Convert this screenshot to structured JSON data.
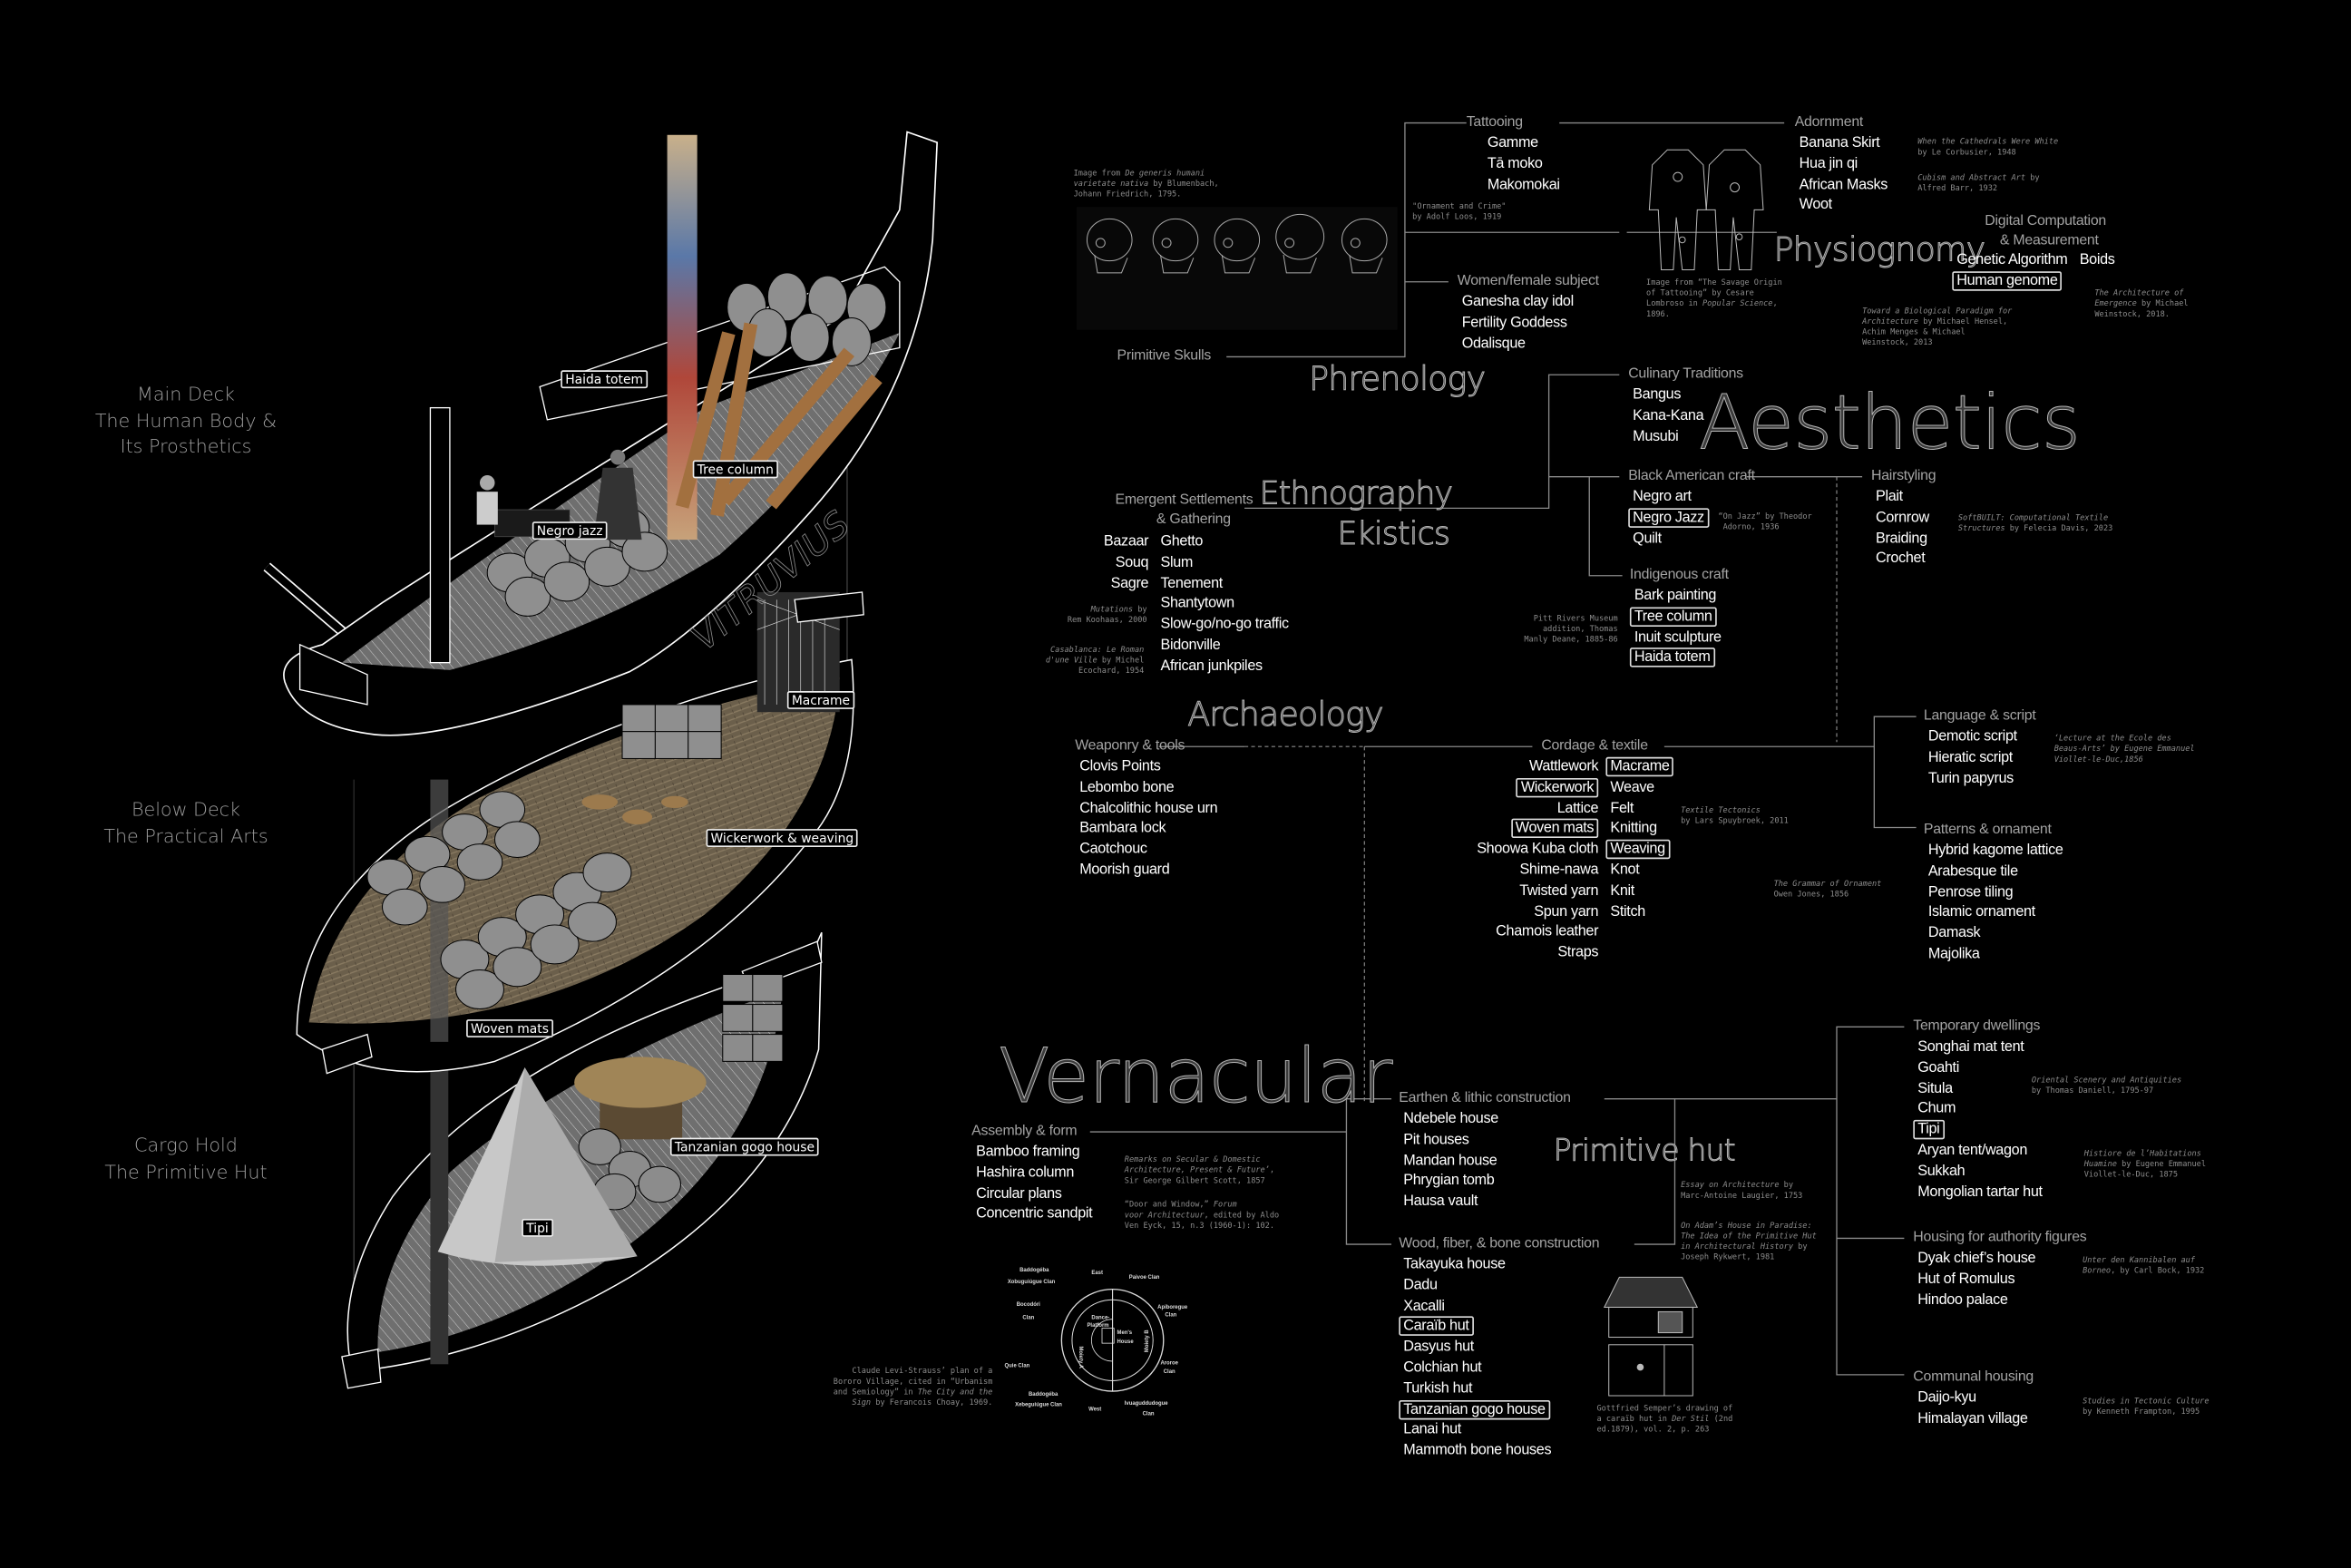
{
  "decks": [
    {
      "title": "Main Deck",
      "line1": "The Human Body &",
      "line2": "Its Prosthetics"
    },
    {
      "title": "Below Deck",
      "line1": "The Practical Arts"
    },
    {
      "title": "Cargo Hold",
      "line1": "The Primitive Hut"
    }
  ],
  "ship": {
    "name": "VITRUVIUS",
    "labels": {
      "haida_totem": "Haida totem",
      "tree_column": "Tree column",
      "negro_jazz": "Negro jazz",
      "macrame": "Macrame",
      "wickerwork": "Wickerwork & weaving",
      "woven_mats": "Woven mats",
      "gogo_house": "Tanzanian gogo house",
      "tipi": "Tipi"
    }
  },
  "headings": {
    "phrenology": "Phrenology",
    "physiognomy": "Physiognomy",
    "aesthetics": "Aesthetics",
    "ethnography": "Ethnography",
    "ekistics": "Ekistics",
    "archaeology": "Archaeology",
    "vernacular": "Vernacular",
    "primitive_hut": "Primitive hut"
  },
  "groups": {
    "primitive_skulls": {
      "label": "Primitive Skulls",
      "items": []
    },
    "tattooing": {
      "label": "Tattooing",
      "items": [
        "Gamme",
        "Tā moko",
        "Makomokai"
      ]
    },
    "women": {
      "label": "Women/female subject",
      "items": [
        "Ganesha clay idol",
        "Fertility Goddess",
        "Odalisque"
      ]
    },
    "adornment": {
      "label": "Adornment",
      "items": [
        "Banana Skirt",
        "Hua jin qi",
        "African Masks",
        "Woot"
      ]
    },
    "digital": {
      "label": "Digital Computation\n  & Measurement",
      "columns": [
        [
          "Genetic Algorithm",
          {
            "text": "Human genome",
            "highlighted": true
          }
        ],
        [
          "Boids"
        ]
      ]
    },
    "culinary": {
      "label": "Culinary Traditions",
      "items": [
        "Bangus",
        "Kana-Kana",
        "Musubi"
      ]
    },
    "black_american": {
      "label": "Black American craft",
      "items": [
        "Negro art",
        {
          "text": "Negro Jazz",
          "highlighted": true
        },
        "Quilt"
      ]
    },
    "indigenous": {
      "label": "Indigenous craft",
      "items": [
        "Bark painting",
        {
          "text": "Tree column",
          "highlighted": true
        },
        "Inuit sculpture",
        {
          "text": "Haida totem",
          "highlighted": true
        }
      ]
    },
    "hairstyling": {
      "label": "Hairstyling",
      "items": [
        "Plait",
        "Cornrow",
        "Braiding",
        "Crochet"
      ]
    },
    "emergent": {
      "label": "Emergent Settlements\n     & Gathering",
      "columns": [
        [
          "Bazaar",
          "Souq",
          "Sagre"
        ],
        [
          "Ghetto",
          "Slum",
          "Tenement",
          "Shantytown",
          "Slow-go/no-go traffic",
          "Bidonville",
          "African junkpiles"
        ]
      ]
    },
    "weaponry": {
      "label": "Weaponry & tools",
      "items": [
        "Clovis Points",
        "Lebombo bone",
        "Chalcolithic house urn",
        "Bambara lock",
        "Caotchouc",
        "Moorish guard"
      ]
    },
    "cordage": {
      "label": "Cordage & textile",
      "columns": [
        [
          "Wattlework",
          {
            "text": "Wickerwork",
            "highlighted": true
          },
          "Lattice",
          {
            "text": "Woven mats",
            "highlighted": true
          },
          "Shoowa Kuba cloth",
          "Shime-nawa",
          "Twisted yarn",
          "Spun yarn",
          "Chamois leather",
          "Straps"
        ],
        [
          {
            "text": "Macrame",
            "highlighted": true
          },
          "Weave",
          "Felt",
          "Knitting",
          {
            "text": "Weaving",
            "highlighted": true
          },
          "Knot",
          "Knit",
          "Stitch"
        ]
      ]
    },
    "language": {
      "label": "Language & script",
      "items": [
        "Demotic script",
        "Hieratic script",
        "Turin papyrus"
      ]
    },
    "patterns": {
      "label": "Patterns & ornament",
      "items": [
        "Hybrid kagome lattice",
        "Arabesque tile",
        "Penrose tiling",
        "Islamic ornament",
        "Damask",
        "Majolika"
      ]
    },
    "assembly": {
      "label": "Assembly & form",
      "items": [
        "Bamboo framing",
        "Hashira column",
        "Circular plans",
        "Concentric sandpit"
      ]
    },
    "earthen": {
      "label": "Earthen & lithic construction",
      "items": [
        "Ndebele house",
        "Pit houses",
        "Mandan house",
        "Phrygian tomb",
        "Hausa vault"
      ]
    },
    "wood": {
      "label": "Wood, fiber, & bone construction",
      "items": [
        "Takayuka house",
        "Dadu",
        "Xacalli",
        {
          "text": "Caraïb hut",
          "highlighted": true
        },
        "Dasyus hut",
        "Colchian hut",
        "Turkish hut",
        {
          "text": "Tanzanian gogo house",
          "highlighted": true
        },
        "Lanai hut",
        "Mammoth bone houses"
      ]
    },
    "temporary": {
      "label": "Temporary dwellings",
      "items": [
        "Songhai mat tent",
        "Goahti",
        "Situla",
        "Chum",
        {
          "text": "Tipi",
          "highlighted": true
        },
        "Aryan tent/wagon",
        "Sukkah",
        "Mongolian tartar hut"
      ]
    },
    "authority": {
      "label": "Housing for authority figures",
      "items": [
        "Dyak chief’s house",
        "Hut of Romulus",
        "Hindoo palace"
      ]
    },
    "communal": {
      "label": "Communal housing",
      "items": [
        "Daijo-kyu",
        "Himalayan village"
      ]
    }
  },
  "citations": {
    "skulls": [
      {
        "t": "Image from "
      },
      {
        "t": "De generis humani\nvarietate nativa",
        "i": true
      },
      {
        "t": " by Blumenbach,\nJohann Friedrich, 1795."
      }
    ],
    "loos": [
      {
        "t": "\"Ornament and Crime\"\nby Adolf Loos, 1919"
      }
    ],
    "savage": [
      {
        "t": "Image from “The Savage Origin\nof Tattooing” by Cesare\nLombroso in "
      },
      {
        "t": "Popular Science",
        "i": true
      },
      {
        "t": ",\n1896."
      }
    ],
    "cathedrals": [
      {
        "t": "When the Cathedrals Were White",
        "i": true
      },
      {
        "t": "\nby Le Corbusier, 1948"
      }
    ],
    "cubism": [
      {
        "t": "Cubism and Abstract Art",
        "i": true
      },
      {
        "t": " by\nAlfred Barr, 1932"
      }
    ],
    "biological": [
      {
        "t": "Toward a Biological Paradigm for\nArchitecture",
        "i": true
      },
      {
        "t": " by Michael Hensel,\nAchim Menges & Michael\nWeinstock, 2013"
      }
    ],
    "emergence": [
      {
        "t": "The Architecture of\nEmergence",
        "i": true
      },
      {
        "t": " by Michael\nWeinstock, 2018."
      }
    ],
    "jazz": [
      {
        "t": "“On Jazz” by Theodor\n Adorno, 1936"
      }
    ],
    "softbuilt": [
      {
        "t": "SoftBUILT: Computational Textile\nStructures",
        "i": true
      },
      {
        "t": " by Felecia Davis, 2023"
      }
    ],
    "pitt": [
      {
        "t": "Pitt Rivers Museum\naddition, Thomas\nManly Deane, 1885-86"
      }
    ],
    "mutations": [
      {
        "t": "Mutations",
        "i": true
      },
      {
        "t": " by\nRem Koohaas, 2000"
      }
    ],
    "casablanca": [
      {
        "t": "Casablanca: Le Roman\nd'une Ville",
        "i": true
      },
      {
        "t": " by Michel\nEcochard, 1954"
      }
    ],
    "tectonics": [
      {
        "t": "Textile Tectonics",
        "i": true
      },
      {
        "t": "\nby Lars Spuybroek, 2011"
      }
    ],
    "grammar": [
      {
        "t": "The Grammar of Ornament",
        "i": true
      },
      {
        "t": "\nOwen Jones, 1856"
      }
    ],
    "lecture": [
      {
        "t": "‘Lecture at the Ecole des\nBeaus-Arts’ by Eugene Emmanuel\nViollet-le-Duc,1856",
        "i": true
      }
    ],
    "remarks": [
      {
        "t": "Remarks on Secular & Domestic\nArchitecture, Present & Future’",
        "i": true
      },
      {
        "t": ",\nSir George Gilbert Scott, 1857"
      }
    ],
    "door": [
      {
        "t": "“Door and Window,” "
      },
      {
        "t": "Forum\nvoor Architectuur",
        "i": true
      },
      {
        "t": ", edited by Aldo\nVen Eyck, 15, n.3 (1960-1): 102."
      }
    ],
    "bororo": [
      {
        "t": "Claude Levi-Strauss’ plan of a\nBororo Village, cited in “Urbanism\nand Semiology” in "
      },
      {
        "t": "The City and the\nSign",
        "i": true
      },
      {
        "t": " by Ferancois Choay, 1969."
      }
    ],
    "essay": [
      {
        "t": "Essay on Architecture",
        "i": true
      },
      {
        "t": " by\nMarc-Antoine Laugier, 1753"
      }
    ],
    "adam": [
      {
        "t": "On Adam’s House in Paradise:\nThe Idea of the Primitive Hut\nin Architectural History",
        "i": true
      },
      {
        "t": " by\nJoseph Rykwert, 1981"
      }
    ],
    "semper": [
      {
        "t": "Gottfried Semper’s drawing of\na caraïb hut in "
      },
      {
        "t": "Der Stil",
        "i": true
      },
      {
        "t": " (2nd\ned.1879), vol. 2, p. 263"
      }
    ],
    "oriental": [
      {
        "t": "Oriental Scenery and Antiquities",
        "i": true
      },
      {
        "t": "\nby Thomas Daniell, 1795-97"
      }
    ],
    "histiore": [
      {
        "t": "Histiore de l’Habitations\nHuamine",
        "i": true
      },
      {
        "t": " by Eugene Emmanuel\nViollet-le-Duc, 1875"
      }
    ],
    "unter": [
      {
        "t": "Unter den Kannibalen auf\nBorneo",
        "i": true
      },
      {
        "t": ", by Carl Bock, 1932"
      }
    ],
    "studies": [
      {
        "t": "Studies in Tectonic Culture",
        "i": true
      },
      {
        "t": "\nby Kenneth Frampton, 1995"
      }
    ]
  },
  "bororo_diagram": {
    "east": "East",
    "west": "West",
    "paivoe": "Paivoe Clan",
    "apiboregue": [
      "Apiboregue",
      "Clan"
    ],
    "arorae": [
      "Aroroe",
      "Clan"
    ],
    "ivuaguddudogue": [
      "Ivuaguddudogue",
      "Clan"
    ],
    "baddogeba_w": [
      "Baddogéba",
      "Xebeguiúgue Clan"
    ],
    "quie": "Quie Clan",
    "bocodori": [
      "Bocodóri",
      "Clan"
    ],
    "baddogeba_e": [
      "Baddogéba",
      "Xobuguiúgue Clan"
    ],
    "dance": [
      "Dance-",
      "Platform"
    ],
    "mens": [
      "Men's",
      "House"
    ],
    "moiety_a": "Moiety A",
    "moiety_b": "Moiety B"
  },
  "colors": {
    "background": "#000000",
    "item": "#ffffff",
    "label": "#a3a3a3",
    "citation": "#8c8c8c",
    "deck_mat": "#6b5f4b"
  }
}
